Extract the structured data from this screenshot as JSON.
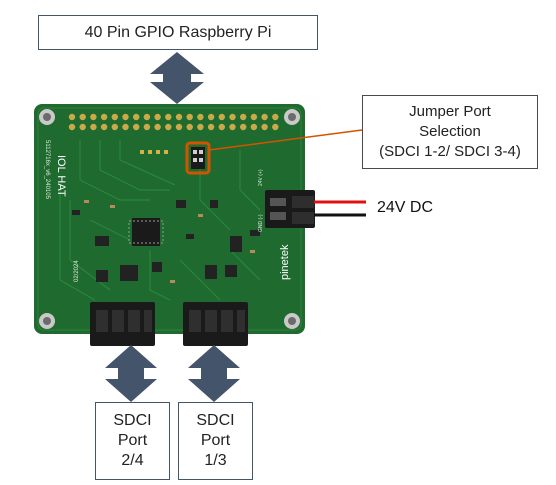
{
  "labels": {
    "gpio": "40 Pin GPIO Raspberry Pi",
    "jumper": "Jumper Port\nSelection\n(SDCI 1-2/ SDCI 3-4)",
    "power": "24V DC",
    "sdci_port_24": "SDCI\nPort\n2/4",
    "sdci_port_13": "SDCI\nPort\n1/3"
  },
  "board_text": {
    "name": "IOL HAT",
    "part_number": "5112716x_v6_240105",
    "brand": "pinetek",
    "power_pins": "24V (+)",
    "gnd_pins": "GND (-)",
    "date": "02/2024"
  },
  "colors": {
    "pcb": "#1f6a2e",
    "pcb_dark": "#14501f",
    "arrow": "#44546a",
    "callout": "#d35400",
    "wire_red": "#e01010",
    "wire_black": "#111111"
  }
}
